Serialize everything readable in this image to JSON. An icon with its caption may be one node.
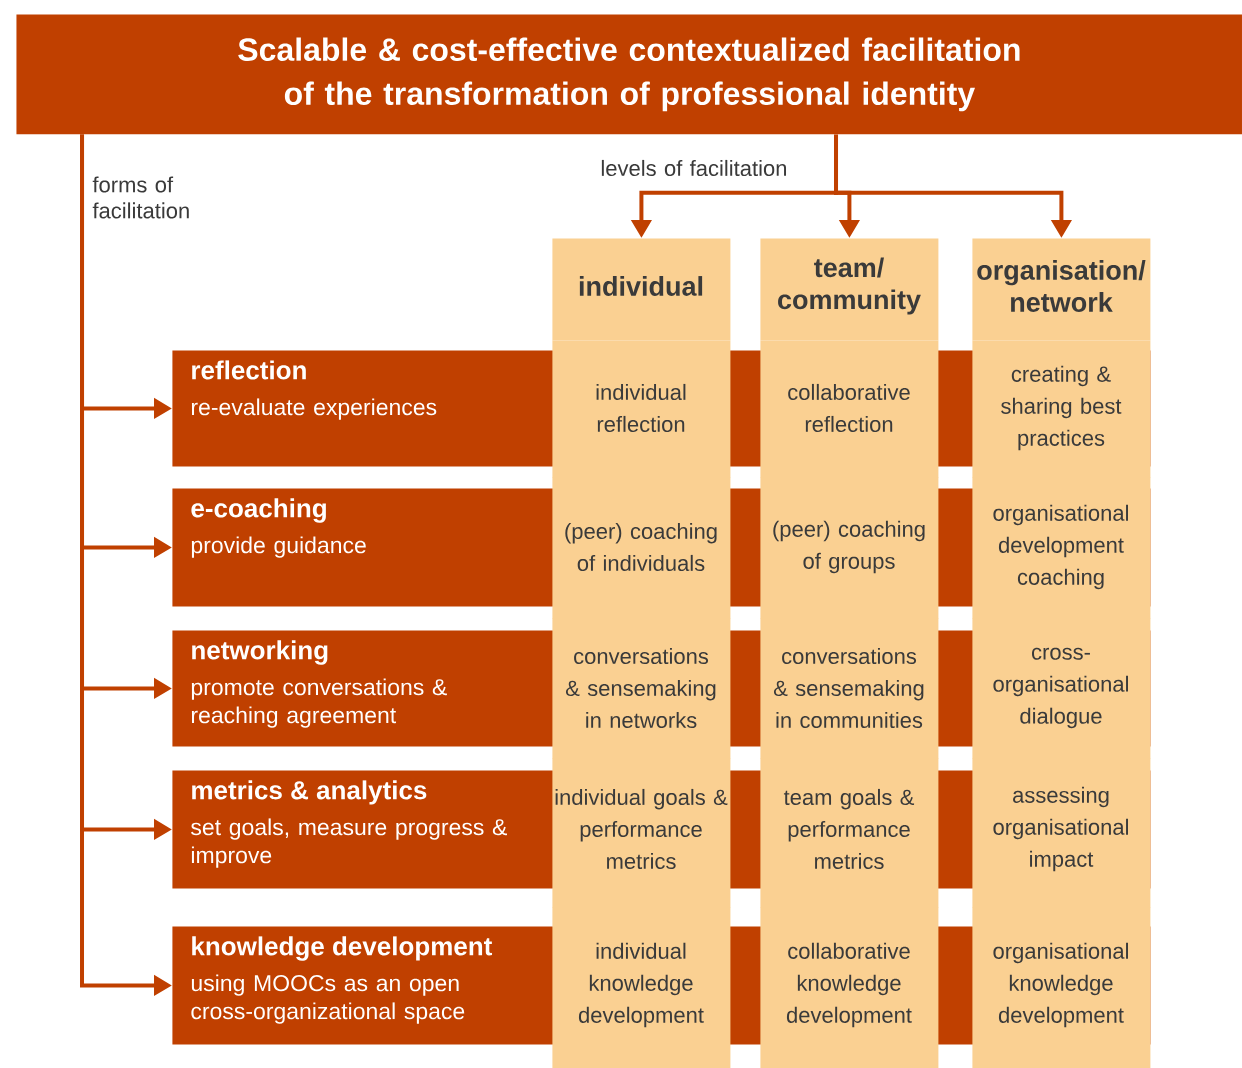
{
  "diagram": {
    "nodes": [
      {
        "text": [
          "Scalable & cost-effective contextualized facilitation of the transformation of professional identity"
        ]
      },
      {
        "text": [
          "individual"
        ]
      },
      {
        "text": [
          "team/ community"
        ]
      },
      {
        "text": [
          "organisation/ network"
        ]
      },
      {
        "text": [
          "reflection",
          "re-evaluate experiences"
        ]
      },
      {
        "text": [
          "individual reflection"
        ]
      },
      {
        "text": [
          "collaborative reflection"
        ]
      },
      {
        "text": [
          "creating & sharing best practices"
        ]
      },
      {
        "text": [
          "e-coaching",
          "provide guidance"
        ]
      },
      {
        "text": [
          "(peer) coaching of individuals"
        ]
      },
      {
        "text": [
          "(peer) coaching of groups"
        ]
      },
      {
        "text": [
          "organisational development coaching"
        ]
      },
      {
        "text": [
          "networking",
          "promote conversations & reaching agreement"
        ]
      },
      {
        "text": [
          "conversations & sensemaking in networks"
        ]
      },
      {
        "text": [
          "conversations & sensemaking in communities"
        ]
      },
      {
        "text": [
          "cross-organisational dialogue"
        ]
      },
      {
        "text": [
          "metrics & analytics",
          "set goals, measure progress & improve"
        ]
      },
      {
        "text": [
          "individual goals & performance metrics"
        ]
      },
      {
        "text": [
          "team goals & performance metrics"
        ]
      },
      {
        "text": [
          "assessing organisational impact"
        ]
      },
      {
        "text": [
          "knowledge development",
          "using MOOCs as an open cross-organizational space"
        ]
      },
      {
        "text": [
          "individual knowledge development"
        ]
      },
      {
        "text": [
          "collaborative knowledge development"
        ]
      },
      {
        "text": [
          "organisational knowledge development"
        ]
      }
    ],
    "edges": [
      {
        "from": 0,
        "to": 1,
        "arrow": "to"
      },
      {
        "from": 0,
        "to": 2,
        "arrow": "to"
      },
      {
        "from": 0,
        "to": 3,
        "arrow": "to"
      },
      {
        "from": 0,
        "to": 4,
        "arrow": "to"
      },
      {
        "from": 0,
        "to": 8,
        "arrow": "to"
      },
      {
        "from": 0,
        "to": 12,
        "arrow": "to"
      },
      {
        "from": 0,
        "to": 16,
        "arrow": "to"
      },
      {
        "from": 0,
        "to": 20,
        "arrow": "to"
      }
    ],
    "labels": [
      "levels of facilitation",
      "forms of facilitation"
    ]
  }
}
